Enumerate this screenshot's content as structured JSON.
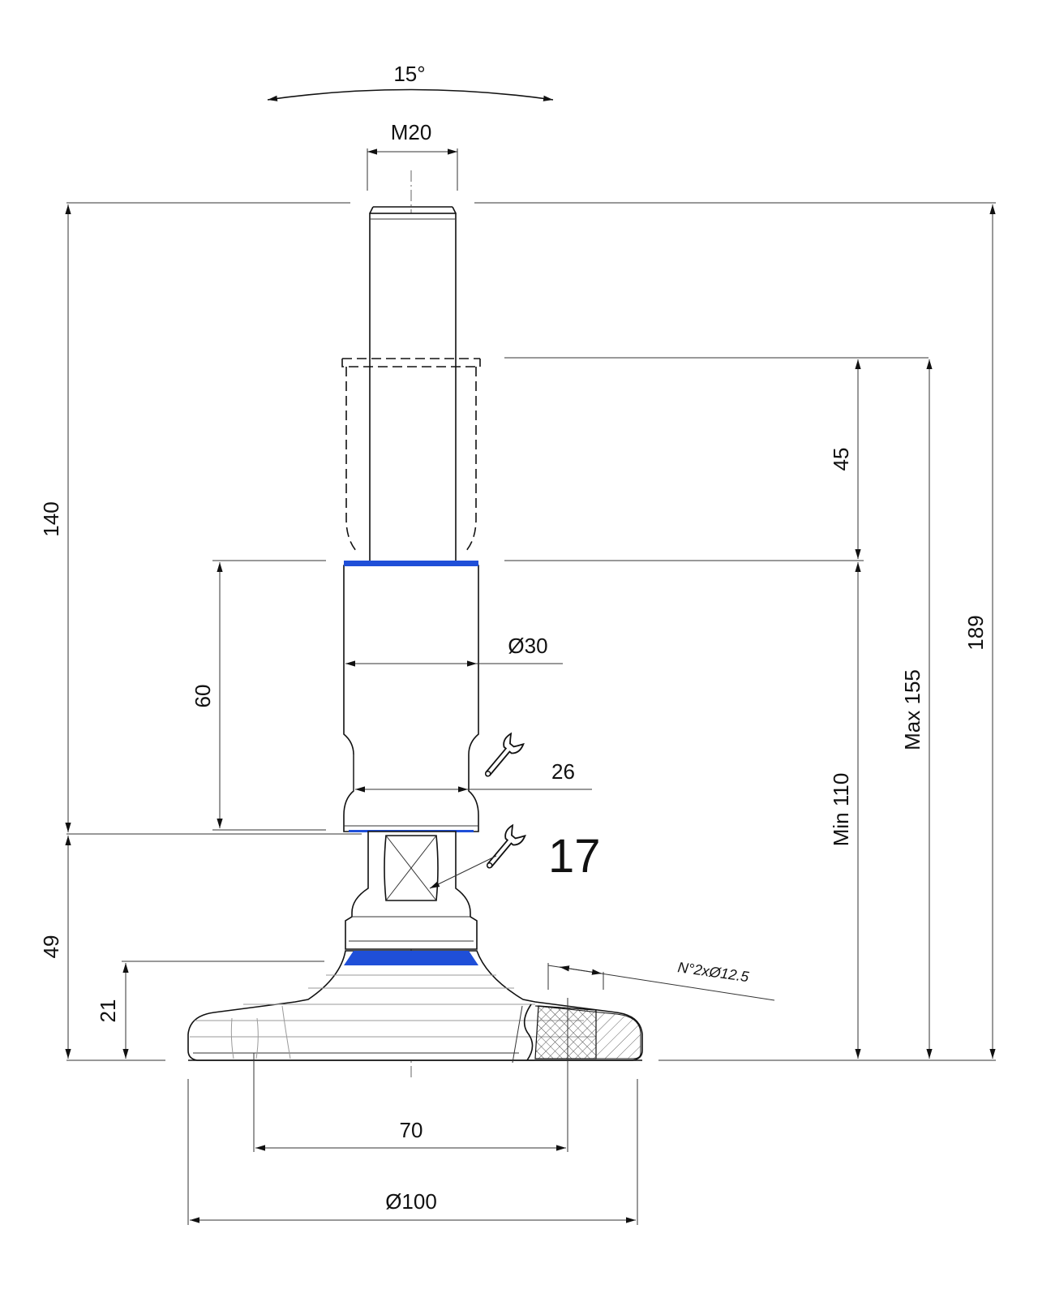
{
  "colors": {
    "line": "#111111",
    "seal_accent": "#1f4fd8",
    "background": "#ffffff"
  },
  "labels": {
    "tilt_angle": "15°",
    "thread": "M20",
    "total_height": "140",
    "adjust_range": "45",
    "stem_diameter": "Ø30",
    "threaded_length": "60",
    "wrench_size_upper": "26",
    "wrench_size_lower": "17",
    "min_height": "Min 110",
    "max_height": "Max 155",
    "overall_height": "189",
    "base_height": "49",
    "pad_height": "21",
    "holes_note": "N°2xØ12.5",
    "hole_spacing": "70",
    "base_diameter": "Ø100"
  },
  "icons": {
    "wrench_upper": "wrench-icon",
    "wrench_lower": "wrench-icon"
  }
}
